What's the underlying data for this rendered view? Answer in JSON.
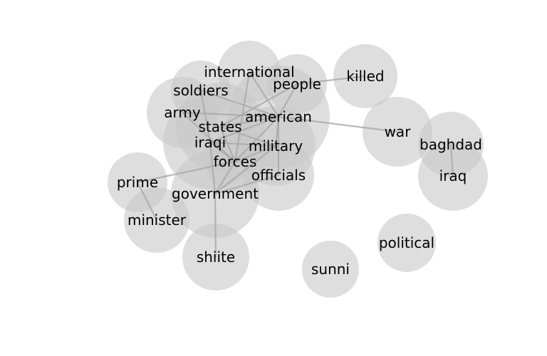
{
  "chart_data": {
    "type": "network",
    "nodes": [
      {
        "id": "international",
        "label": "international"
      },
      {
        "id": "people",
        "label": "people"
      },
      {
        "id": "killed",
        "label": "killed"
      },
      {
        "id": "soldiers",
        "label": "soldiers"
      },
      {
        "id": "army",
        "label": "army"
      },
      {
        "id": "american",
        "label": "american"
      },
      {
        "id": "states",
        "label": "states"
      },
      {
        "id": "iraqi",
        "label": "iraqi"
      },
      {
        "id": "military",
        "label": "military"
      },
      {
        "id": "forces",
        "label": "forces"
      },
      {
        "id": "officials",
        "label": "officials"
      },
      {
        "id": "prime",
        "label": "prime"
      },
      {
        "id": "government",
        "label": "government"
      },
      {
        "id": "minister",
        "label": "minister"
      },
      {
        "id": "shiite",
        "label": "shiite"
      },
      {
        "id": "war",
        "label": "war"
      },
      {
        "id": "baghdad",
        "label": "baghdad"
      },
      {
        "id": "iraq",
        "label": "iraq"
      },
      {
        "id": "political",
        "label": "political"
      },
      {
        "id": "sunni",
        "label": "sunni"
      }
    ],
    "edges": [
      [
        "people",
        "killed"
      ],
      [
        "american",
        "war"
      ],
      [
        "baghdad",
        "iraq"
      ],
      [
        "prime",
        "minister"
      ],
      [
        "prime",
        "forces"
      ],
      [
        "shiite",
        "government"
      ],
      [
        "international",
        "forces"
      ],
      [
        "international",
        "american"
      ],
      [
        "people",
        "american"
      ],
      [
        "people",
        "states"
      ],
      [
        "soldiers",
        "american"
      ],
      [
        "soldiers",
        "iraqi"
      ],
      [
        "army",
        "american"
      ],
      [
        "army",
        "forces"
      ],
      [
        "american",
        "states"
      ],
      [
        "american",
        "military"
      ],
      [
        "american",
        "officials"
      ],
      [
        "american",
        "forces"
      ],
      [
        "american",
        "iraqi"
      ],
      [
        "states",
        "forces"
      ],
      [
        "states",
        "military"
      ],
      [
        "iraqi",
        "forces"
      ],
      [
        "iraqi",
        "government"
      ],
      [
        "iraqi",
        "military"
      ],
      [
        "military",
        "forces"
      ],
      [
        "forces",
        "government"
      ],
      [
        "officials",
        "government"
      ],
      [
        "military",
        "government"
      ]
    ]
  }
}
